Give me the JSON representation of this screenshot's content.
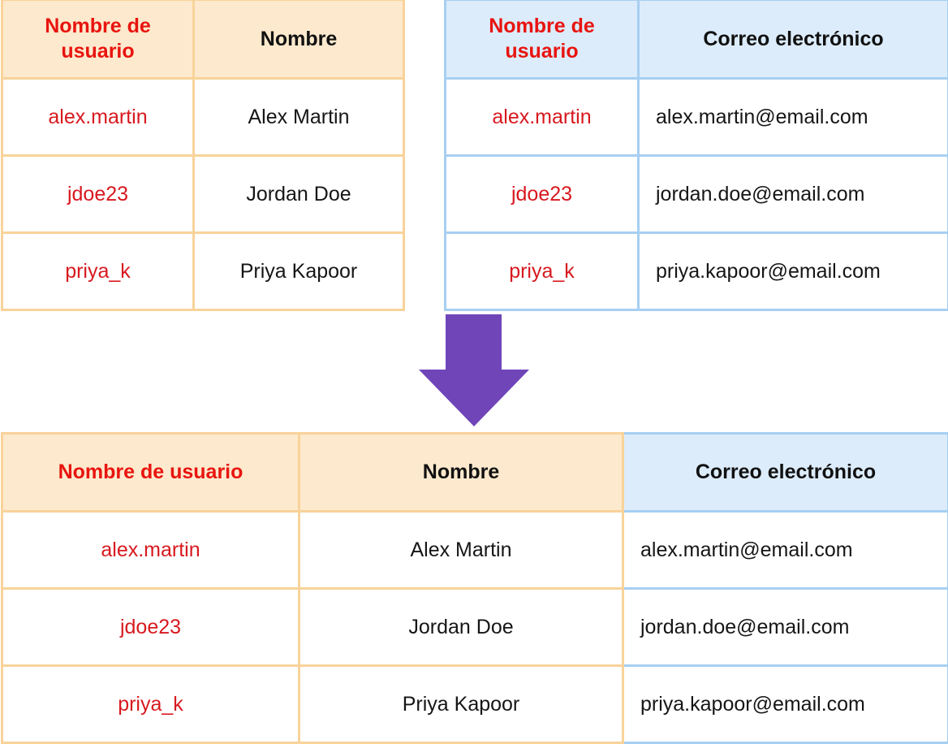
{
  "left_table": {
    "headers": [
      "Nombre de usuario",
      "Nombre"
    ],
    "header_line1": "Nombre de",
    "header_line2": "usuario",
    "rows": [
      {
        "username": "alex.martin",
        "name": "Alex Martin"
      },
      {
        "username": "jdoe23",
        "name": "Jordan Doe"
      },
      {
        "username": "priya_k",
        "name": "Priya Kapoor"
      }
    ]
  },
  "right_table": {
    "headers": [
      "Nombre de usuario",
      "Correo electrónico"
    ],
    "header_line1": "Nombre de",
    "header_line2": "usuario",
    "rows": [
      {
        "username": "alex.martin",
        "email": "alex.martin@email.com"
      },
      {
        "username": "jdoe23",
        "email": "jordan.doe@email.com"
      },
      {
        "username": "priya_k",
        "email": "priya.kapoor@email.com"
      }
    ]
  },
  "arrow": {
    "icon": "down-arrow-icon",
    "color": "#6f45b8"
  },
  "merged_table": {
    "headers": [
      "Nombre de usuario",
      "Nombre",
      "Correo electrónico"
    ],
    "rows": [
      {
        "username": "alex.martin",
        "name": "Alex Martin",
        "email": "alex.martin@email.com"
      },
      {
        "username": "jdoe23",
        "name": "Jordan Doe",
        "email": "jordan.doe@email.com"
      },
      {
        "username": "priya_k",
        "name": "Priya Kapoor",
        "email": "priya.kapoor@email.com"
      }
    ]
  },
  "colors": {
    "orange_border": "#f8d39a",
    "orange_header_bg": "#fde9cd",
    "blue_border": "#a7cff2",
    "blue_header_bg": "#dcecfb",
    "key_header_text": "#e8140f",
    "key_cell_text": "#d7191f"
  }
}
